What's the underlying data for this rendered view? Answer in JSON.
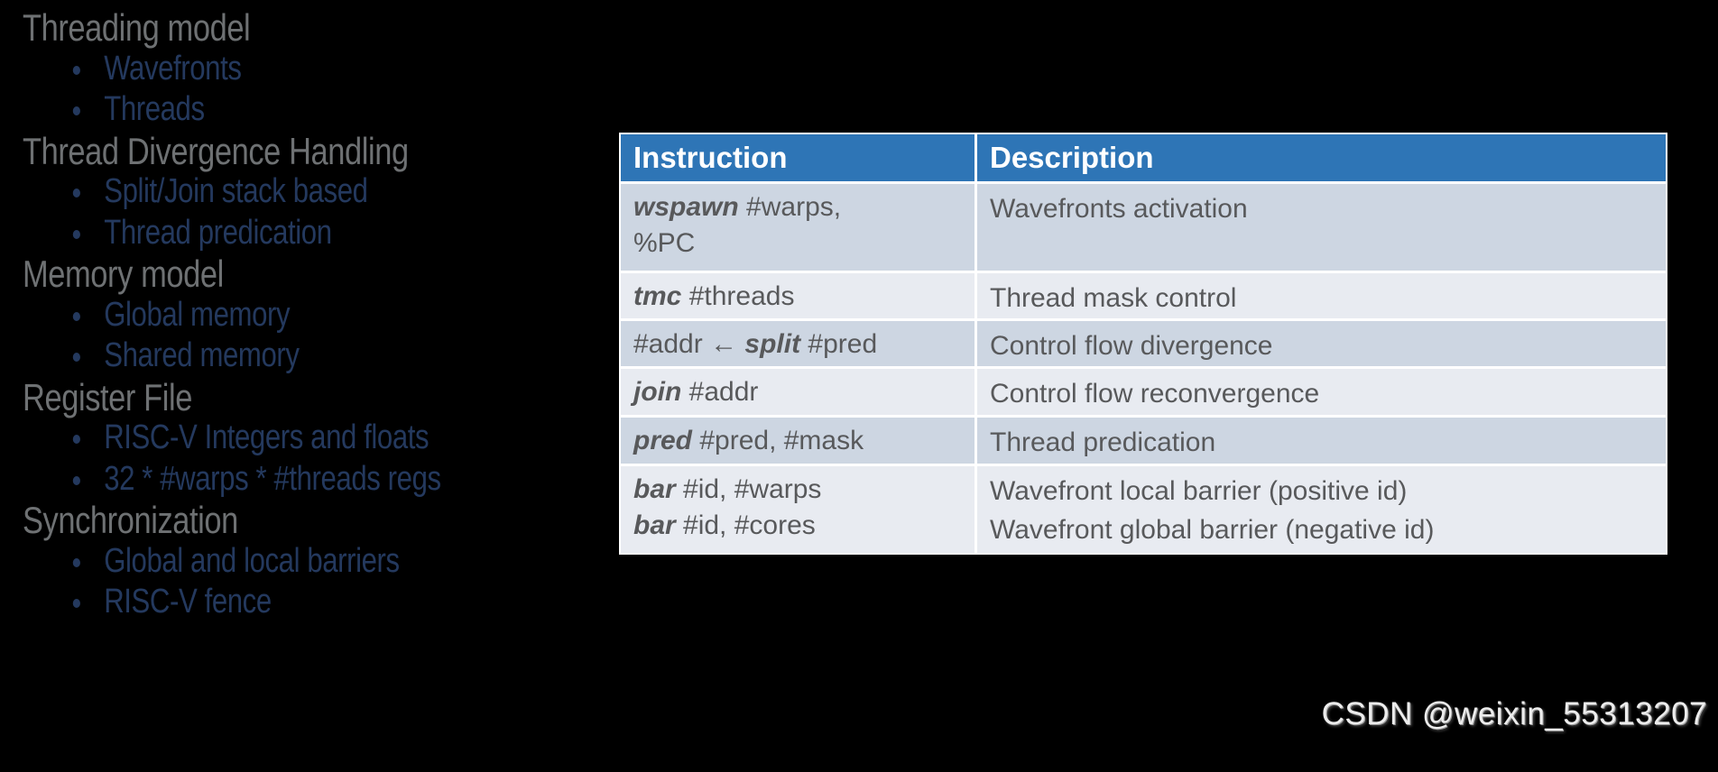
{
  "colors": {
    "background": "#000000",
    "heading_text": "#6E7173",
    "bullet_text": "#24395E",
    "table_header_bg": "#2E75B6",
    "table_header_text": "#FFFFFF",
    "row_dark_bg": "#CDD6E2",
    "row_light_bg": "#E8EBF1",
    "table_body_text": "#58595B",
    "grid_color": "#FFFFFF",
    "watermark_text": "#EDEDED"
  },
  "outline": {
    "items": [
      {
        "type": "heading",
        "text": "Threading model"
      },
      {
        "type": "bullet",
        "text": "Wavefronts"
      },
      {
        "type": "bullet",
        "text": "Threads"
      },
      {
        "type": "heading",
        "text": "Thread Divergence Handling"
      },
      {
        "type": "bullet",
        "text": "Split/Join stack based"
      },
      {
        "type": "bullet",
        "text": "Thread predication"
      },
      {
        "type": "heading",
        "text": "Memory model"
      },
      {
        "type": "bullet",
        "text": "Global memory"
      },
      {
        "type": "bullet",
        "text": "Shared memory"
      },
      {
        "type": "heading",
        "text": "Register File"
      },
      {
        "type": "bullet",
        "text": "RISC-V Integers and floats"
      },
      {
        "type": "bullet",
        "text": "32 * #warps * #threads regs"
      },
      {
        "type": "heading",
        "text": "Synchronization"
      },
      {
        "type": "bullet",
        "text": "Global and local barriers"
      },
      {
        "type": "bullet",
        "text": "RISC-V fence"
      }
    ]
  },
  "table": {
    "columns": [
      "Instruction",
      "Description"
    ],
    "rows": [
      {
        "band": "dark",
        "instruction_lines": [
          [
            {
              "style": "mnemonic",
              "text": "wspawn"
            },
            {
              "style": "plain",
              "text": " #warps,"
            }
          ],
          [
            {
              "style": "plain",
              "text": "%PC"
            }
          ]
        ],
        "description_lines": [
          "Wavefronts activation"
        ]
      },
      {
        "band": "light",
        "instruction_lines": [
          [
            {
              "style": "mnemonic",
              "text": "tmc"
            },
            {
              "style": "plain",
              "text": " #threads"
            }
          ]
        ],
        "description_lines": [
          "Thread mask control"
        ]
      },
      {
        "band": "dark",
        "instruction_lines": [
          [
            {
              "style": "plain",
              "text": "#addr ← "
            },
            {
              "style": "mnemonic",
              "text": "split"
            },
            {
              "style": "plain",
              "text": " #pred"
            }
          ]
        ],
        "description_lines": [
          "Control flow divergence"
        ]
      },
      {
        "band": "light",
        "instruction_lines": [
          [
            {
              "style": "mnemonic",
              "text": "join"
            },
            {
              "style": "plain",
              "text": " #addr"
            }
          ]
        ],
        "description_lines": [
          "Control flow reconvergence"
        ]
      },
      {
        "band": "dark",
        "instruction_lines": [
          [
            {
              "style": "mnemonic",
              "text": "pred"
            },
            {
              "style": "plain",
              "text": " #pred, #mask"
            }
          ]
        ],
        "description_lines": [
          "Thread predication"
        ]
      },
      {
        "band": "light",
        "instruction_lines": [
          [
            {
              "style": "mnemonic",
              "text": "bar"
            },
            {
              "style": "plain",
              "text": " #id, #warps"
            }
          ],
          [
            {
              "style": "mnemonic",
              "text": "bar"
            },
            {
              "style": "plain",
              "text": " #id, #cores"
            }
          ]
        ],
        "description_lines": [
          "Wavefront local barrier (positive id)",
          "Wavefront global barrier (negative id)"
        ]
      }
    ]
  },
  "watermark": {
    "text": "CSDN @weixin_55313207"
  }
}
